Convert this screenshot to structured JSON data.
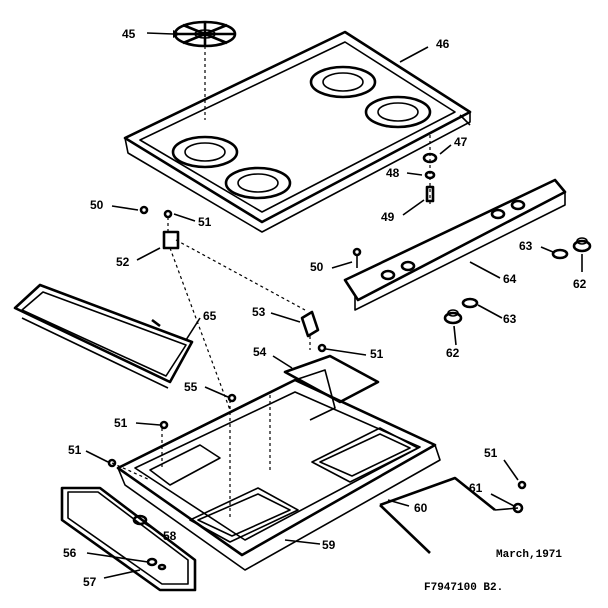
{
  "labels": {
    "l45": "45",
    "l46": "46",
    "l47": "47",
    "l48": "48",
    "l49": "49",
    "l50a": "50",
    "l51a": "51",
    "l52": "52",
    "l50b": "50",
    "l63a": "63",
    "l62a": "62",
    "l64": "64",
    "l65": "65",
    "l53": "53",
    "l62b": "62",
    "l63b": "63",
    "l51b": "51",
    "l54": "54",
    "l55": "55",
    "l51c": "51",
    "l51d": "51",
    "l51e": "51",
    "l61": "61",
    "l60": "60",
    "l58": "58",
    "l56": "56",
    "l57": "57",
    "l59": "59"
  },
  "footer": {
    "date": "March,1971",
    "code": "F7947100 B2."
  }
}
